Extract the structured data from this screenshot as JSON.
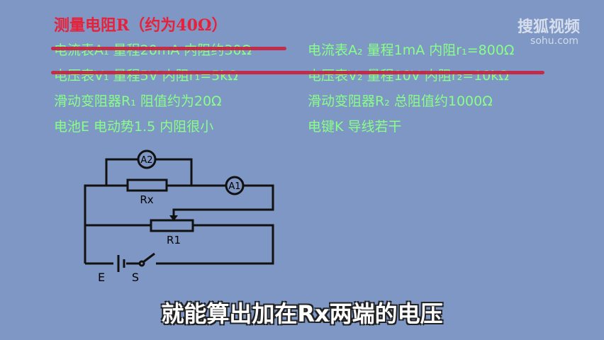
{
  "title": "测量电阻R（约为40Ω）",
  "watermark": {
    "brand": "搜狐视频",
    "url": "sohu.com"
  },
  "left_items": [
    "电流表A₁ 量程20mA 内阻约30Ω",
    "电压表V₁ 量程5V 内阻r₁=5kΩ",
    "滑动变阻器R₁ 阻值约为20Ω",
    "电池E 电动势1.5 内阻很小"
  ],
  "right_items": [
    "电流表A₂ 量程1mA 内阻r₁=800Ω",
    "电压表V₂ 量程10V 内阻r₂=10kΩ",
    "滑动变阻器R₂ 总阻值约1000Ω",
    "电键K 导线若干"
  ],
  "struck_items": [
    "电流表A₁",
    "电压表V₁",
    "电压表V₂"
  ],
  "circuit": {
    "a2": "A2",
    "a1": "A1",
    "rx": "Rx",
    "r1": "R1",
    "e": "E",
    "s": "S"
  },
  "caption": "就能算出加在Rx两端的电压",
  "colors": {
    "title": "#e8213a",
    "text": "#88ff88",
    "strike": "#c8203c",
    "background": "#7f97c4"
  }
}
